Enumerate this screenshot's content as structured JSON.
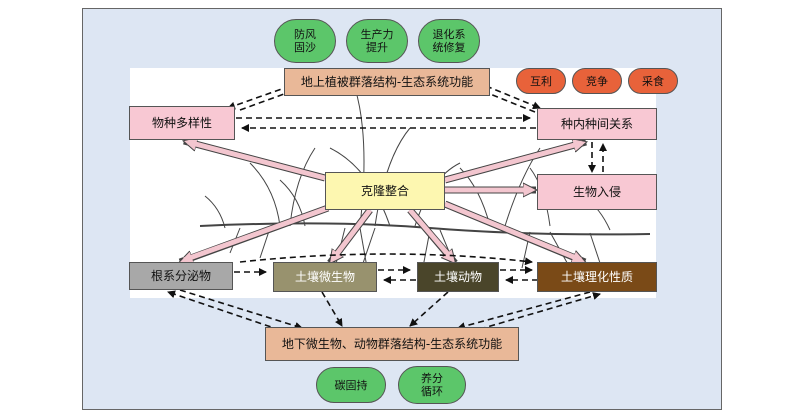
{
  "top_ovals": [
    "防风\n固沙",
    "生产力\n提升",
    "退化系\n统修复"
  ],
  "top_box": "地上植被群落结构-生态系统功能",
  "interaction_ovals": [
    "互利",
    "竞争",
    "采食"
  ],
  "species_diversity": "物种多样性",
  "intraspecific": "种内种间关系",
  "clonal_integration": "克隆整合",
  "biological_invasion": "生物入侵",
  "root_exudates": "根系分泌物",
  "soil_microbes": "土壤微生物",
  "soil_animals": "土壤动物",
  "soil_physchem": "土壤理化性质",
  "bottom_box": "地下微生物、动物群落结构-生态系统功能",
  "bottom_ovals": [
    "碳固持",
    "养分\n循环"
  ],
  "colors": {
    "frame_bg": "#dde6f3",
    "pink": "#f8c8d3",
    "salmon": "#e9b898",
    "yellow": "#fdf7b0",
    "green_oval": "#5cc66a",
    "orange_oval": "#e8623a",
    "gray": "#a8a8a8",
    "olive": "#98926e",
    "dark_olive": "#4a452a",
    "brown": "#7a4a17"
  }
}
